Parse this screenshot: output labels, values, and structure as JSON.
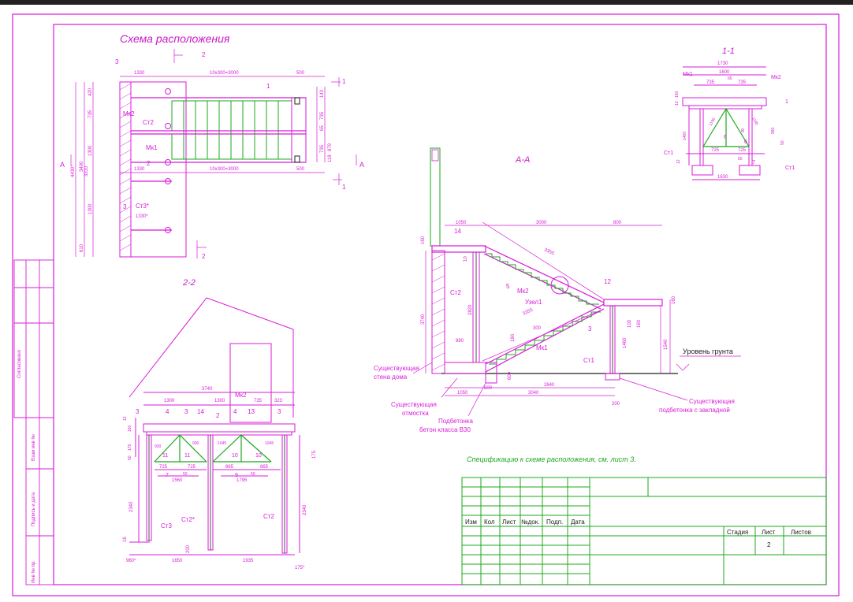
{
  "titles": {
    "scheme": "Схема расположения",
    "section_11": "1-1",
    "section_aa": "А-А",
    "section_22": "2-2"
  },
  "scheme_labels": {
    "dims_top": [
      "1330",
      "10x300=3000",
      "500"
    ],
    "dims_mid": [
      "1330",
      "10x300=3000",
      "500"
    ],
    "dims_left": [
      "420",
      "735",
      "1300",
      "3400",
      "3310",
      "4430*",
      "1300",
      "610"
    ],
    "dims_right": [
      "143",
      "735",
      "65",
      "735",
      "879",
      "118"
    ],
    "cut_1": "1",
    "cut_2": "2",
    "cut_a": "А",
    "mark_3": "3",
    "mark_1": "1",
    "mark_2": "2",
    "mark_mk2": "Мк2",
    "mark_st2": "Ст2",
    "mark_mk1": "Мк1",
    "mark_st3": "Ст3*",
    "dim_1330s": "1330*"
  },
  "s11_labels": {
    "dims": [
      "1730",
      "1600",
      "735",
      "65",
      "735",
      "725",
      "725",
      "50",
      "1630",
      "1460",
      "960",
      "160",
      "12",
      "50",
      "12",
      "1195",
      "1195"
    ],
    "mk1": "Мк1",
    "mk2": "Мк2",
    "st1": "Ст1",
    "st1b": "Ст1",
    "n1": "1",
    "n6a": "6",
    "n6b": "6",
    "n8": "8",
    "n7": "7"
  },
  "aa_labels": {
    "dims": [
      "1050",
      "3000",
      "800",
      "160",
      "3355",
      "3355",
      "300",
      "160",
      "880",
      "10",
      "2820",
      "3740",
      "160",
      "1460",
      "1540",
      "1050",
      "2640",
      "3040",
      "200",
      "600",
      "800",
      "100",
      "160"
    ],
    "n14": "14",
    "n12": "12",
    "n5": "5",
    "n3": "3",
    "st2": "Ст2",
    "mk2": "Мк2",
    "mk1": "Мк1",
    "uzel": "Узел1",
    "st1": "Ст1",
    "ground": "Уровень грунта",
    "wall": [
      "Существующая",
      "стена дома"
    ],
    "otmostka": [
      "Существующая",
      "отмостка"
    ],
    "podbet": [
      "Подбетонка",
      "бетон класса В30"
    ],
    "podbet2": [
      "Существующая",
      "подбетонка с закладной"
    ]
  },
  "s22_labels": {
    "dims_top": [
      "3740",
      "1300",
      "1300",
      "735",
      "323"
    ],
    "marks": [
      "3",
      "4",
      "3",
      "14",
      "2",
      "4",
      "13",
      "3"
    ],
    "mk2": "Мк2",
    "dims_mid": [
      "930",
      "11",
      "11",
      "930",
      "1045",
      "10",
      "10",
      "1045",
      "725",
      "725",
      "50",
      "865",
      "865",
      "50",
      "1560",
      "1795"
    ],
    "n7": "7",
    "n9": "9",
    "dims_bottom": [
      "960*",
      "1650",
      "1935",
      "2340",
      "2340",
      "175",
      "16",
      "200",
      "175*"
    ],
    "left_dims": [
      "160",
      "175",
      "50",
      "12"
    ],
    "st3": "Ст3",
    "st2s": "Ст2*",
    "st2": "Ст2"
  },
  "spec_note": "Спецификацию к схеме расположения, см. лист 3.",
  "title_block": {
    "cols": [
      "Изм",
      "Кол",
      "Лист",
      "№док.",
      "Подп.",
      "Дата"
    ],
    "stage": "Стадия",
    "sheet": "Лист",
    "sheets": "Листов",
    "sheet_no": "2"
  },
  "side_stamp": [
    "Согласовано",
    "Взам инв №",
    "Подпись и дата",
    "Инв № пр."
  ],
  "colors": {
    "magenta": "#d81bd8",
    "green": "#1ba81b",
    "frame": "#d81bd8"
  }
}
